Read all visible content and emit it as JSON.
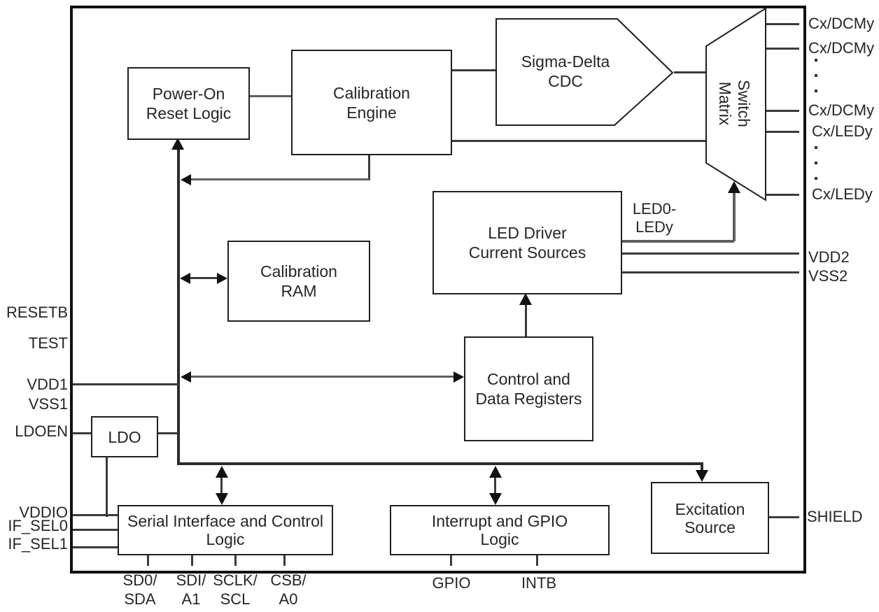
{
  "blocks": {
    "power_on_reset": {
      "line1": "Power-On",
      "line2": "Reset Logic"
    },
    "calibration_engine": {
      "line1": "Calibration",
      "line2": "Engine"
    },
    "sigma_delta_cdc": {
      "line1": "Sigma-Delta",
      "line2": "CDC"
    },
    "switch_matrix": {
      "line1": "Switch",
      "line2": "Matrix"
    },
    "led_driver": {
      "line1": "LED Driver",
      "line2": "Current Sources"
    },
    "calibration_ram": {
      "line1": "Calibration",
      "line2": "RAM"
    },
    "control_data_registers": {
      "line1": "Control and",
      "line2": "Data Registers"
    },
    "ldo": {
      "line1": "LDO"
    },
    "serial_interface": {
      "line1": "Serial Interface and Control",
      "line2": "Logic"
    },
    "interrupt_gpio": {
      "line1": "Interrupt and GPIO",
      "line2": "Logic"
    },
    "excitation_source": {
      "line1": "Excitation",
      "line2": "Source"
    }
  },
  "pins": {
    "left": [
      "RESETB",
      "TEST",
      "VDD1",
      "VSS1",
      "LDOEN",
      "VDDIO",
      "IF_SEL0",
      "IF_SEL1"
    ],
    "right": [
      "Cx/DCMy",
      "Cx/DCMy",
      "Cx/DCMy",
      "Cx/LEDy",
      "Cx/LEDy",
      "VDD2",
      "VSS2",
      "SHIELD"
    ],
    "bottom": [
      {
        "line1": "SD0/",
        "line2": "SDA"
      },
      {
        "line1": "SDI/",
        "line2": "A1"
      },
      {
        "line1": "SCLK/",
        "line2": "SCL"
      },
      {
        "line1": "CSB/",
        "line2": "A0"
      },
      {
        "line1": "GPIO",
        "line2": ""
      },
      {
        "line1": "INTB",
        "line2": ""
      }
    ]
  },
  "annotations": {
    "led_bus": {
      "line1": "LED0-",
      "line2": "LEDy"
    }
  },
  "colors": {
    "line": "#3a3a3a",
    "bus": "#2b2b2b",
    "gray_line": "#5f5f5f",
    "text": "#262626",
    "border": "#111111",
    "background": "#ffffff"
  }
}
